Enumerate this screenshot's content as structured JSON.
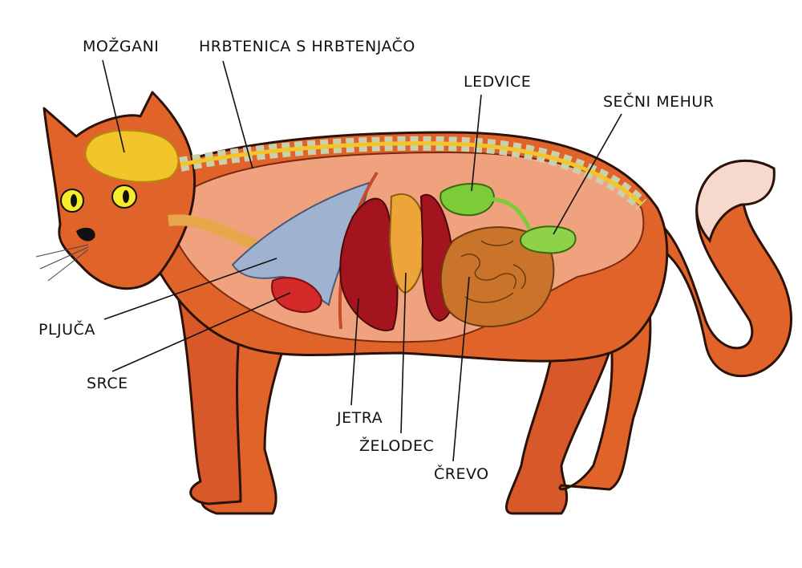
{
  "diagram": {
    "labels": {
      "brain": "MOŽGANI",
      "spine": "HRBTENICA S HRBTENJAČO",
      "kidneys": "LEDVICE",
      "bladder": "SEČNI MEHUR",
      "lungs": "PLJUČA",
      "heart": "SRCE",
      "liver": "JETRA",
      "stomach": "ŽELODEC",
      "intestine": "ČREVO"
    },
    "colors": {
      "fur": "#e0642a",
      "fur_dark": "#b84a1c",
      "cavity": "#f0a27e",
      "brain": "#f2c52a",
      "lungs": "#9fb2cf",
      "heart": "#d42a2a",
      "liver": "#a3141e",
      "stomach": "#eda53a",
      "intestine": "#c9742a",
      "kidney": "#7ccc3a",
      "bladder": "#8ed24a",
      "tail_tip": "#f6d8cc"
    }
  }
}
